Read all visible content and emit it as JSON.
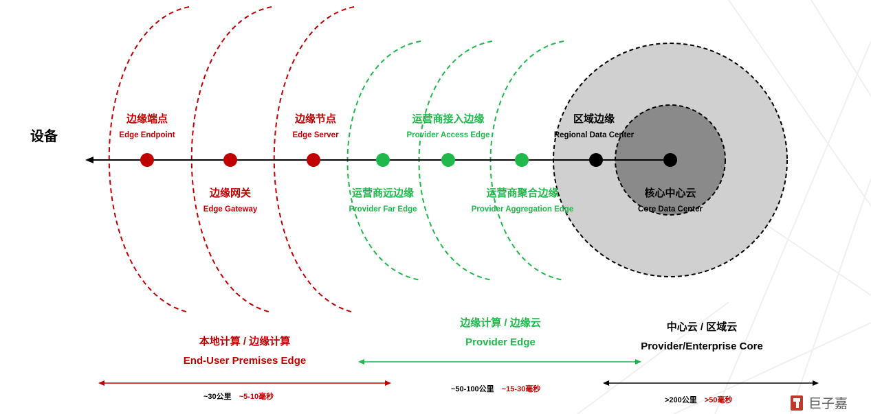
{
  "device_label": "设备",
  "colors": {
    "red": "#c00000",
    "green": "#1fb84a",
    "black": "#000000",
    "outer_circle": "#d0d0d0",
    "inner_circle": "#8a8a8a"
  },
  "nodes": [
    {
      "id": "edge-endpoint",
      "zh": "边缘端点",
      "en": "Edge Endpoint",
      "color": "red",
      "label_pos": "above"
    },
    {
      "id": "edge-gateway",
      "zh": "边缘网关",
      "en": "Edge Gateway",
      "color": "red",
      "label_pos": "below"
    },
    {
      "id": "edge-server",
      "zh": "边缘节点",
      "en": "Edge Server",
      "color": "red",
      "label_pos": "above"
    },
    {
      "id": "provider-far-edge",
      "zh": "运营商远边缘",
      "en": "Provider Far Edge",
      "color": "green",
      "label_pos": "below"
    },
    {
      "id": "provider-access-edge",
      "zh": "运营商接入边缘",
      "en": "Provider Access Edge",
      "color": "green",
      "label_pos": "above"
    },
    {
      "id": "provider-aggregation-edge",
      "zh": "运营商聚合边缘",
      "en": "Provider Aggregation Edge",
      "color": "green",
      "label_pos": "below"
    },
    {
      "id": "regional-data-center",
      "zh": "区域边缘",
      "en": "Regional Data Center",
      "color": "black",
      "label_pos": "above"
    },
    {
      "id": "core-data-center",
      "zh": "核心中心云",
      "en": "Core Data Center",
      "color": "black",
      "label_pos": "below"
    }
  ],
  "categories": [
    {
      "id": "end-user",
      "zh": "本地计算 / 边缘计算",
      "en": "End-User Premises Edge",
      "color": "red"
    },
    {
      "id": "provider-edge",
      "zh": "边缘计算 / 边缘云",
      "en": "Provider Edge",
      "color": "green"
    },
    {
      "id": "provider-core",
      "zh": "中心云 / 区域云",
      "en": "Provider/Enterprise Core",
      "color": "black"
    }
  ],
  "distances": [
    {
      "id": "end-user",
      "distance": "~30公里",
      "latency": "~5-10毫秒"
    },
    {
      "id": "provider-edge",
      "distance": "~50-100公里",
      "latency": "~15-30毫秒"
    },
    {
      "id": "provider-core",
      "distance": ">200公里",
      "latency": ">50毫秒"
    }
  ],
  "logo": {
    "text": "巨子嘉",
    "icon": "juzijia-logo-icon"
  }
}
